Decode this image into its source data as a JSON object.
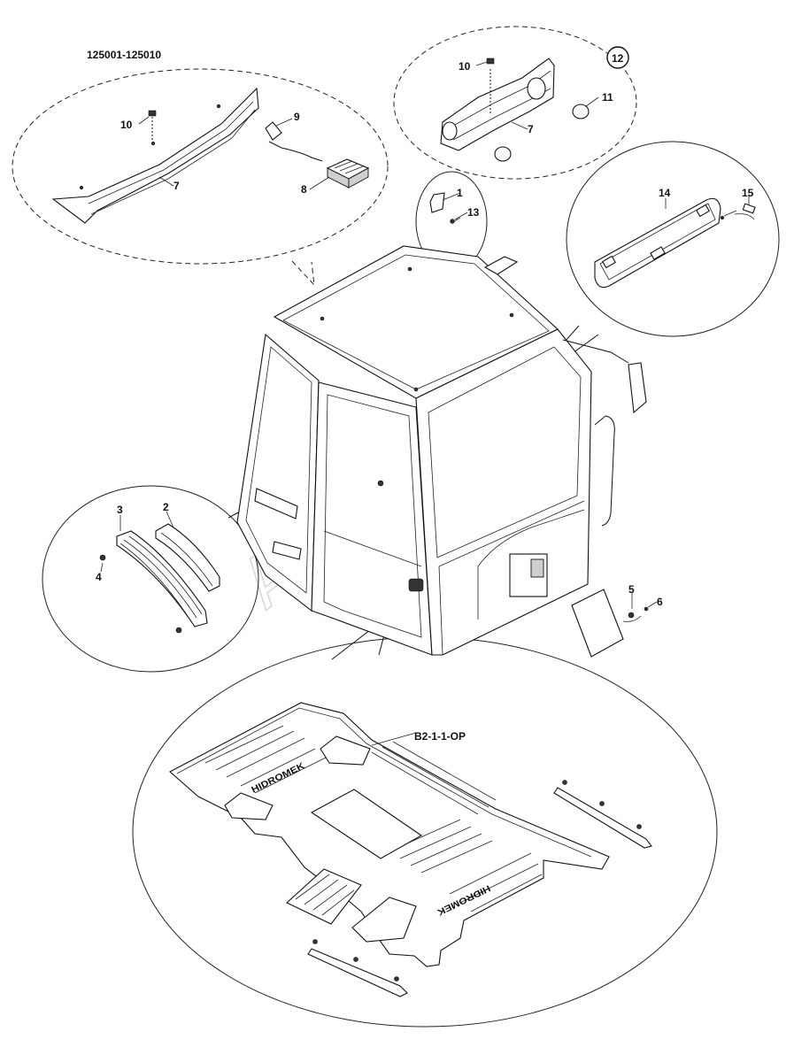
{
  "diagram": {
    "serial_range": "125001-125010",
    "floor_mat_ref": "B2-1-1-OP",
    "watermark": "AutoSoft",
    "floor_mat_print": "HIDROMEK",
    "callouts": [
      "1",
      "2",
      "3",
      "4",
      "5",
      "6",
      "7",
      "7",
      "8",
      "9",
      "10",
      "10",
      "11",
      "12",
      "13",
      "14",
      "15"
    ]
  }
}
